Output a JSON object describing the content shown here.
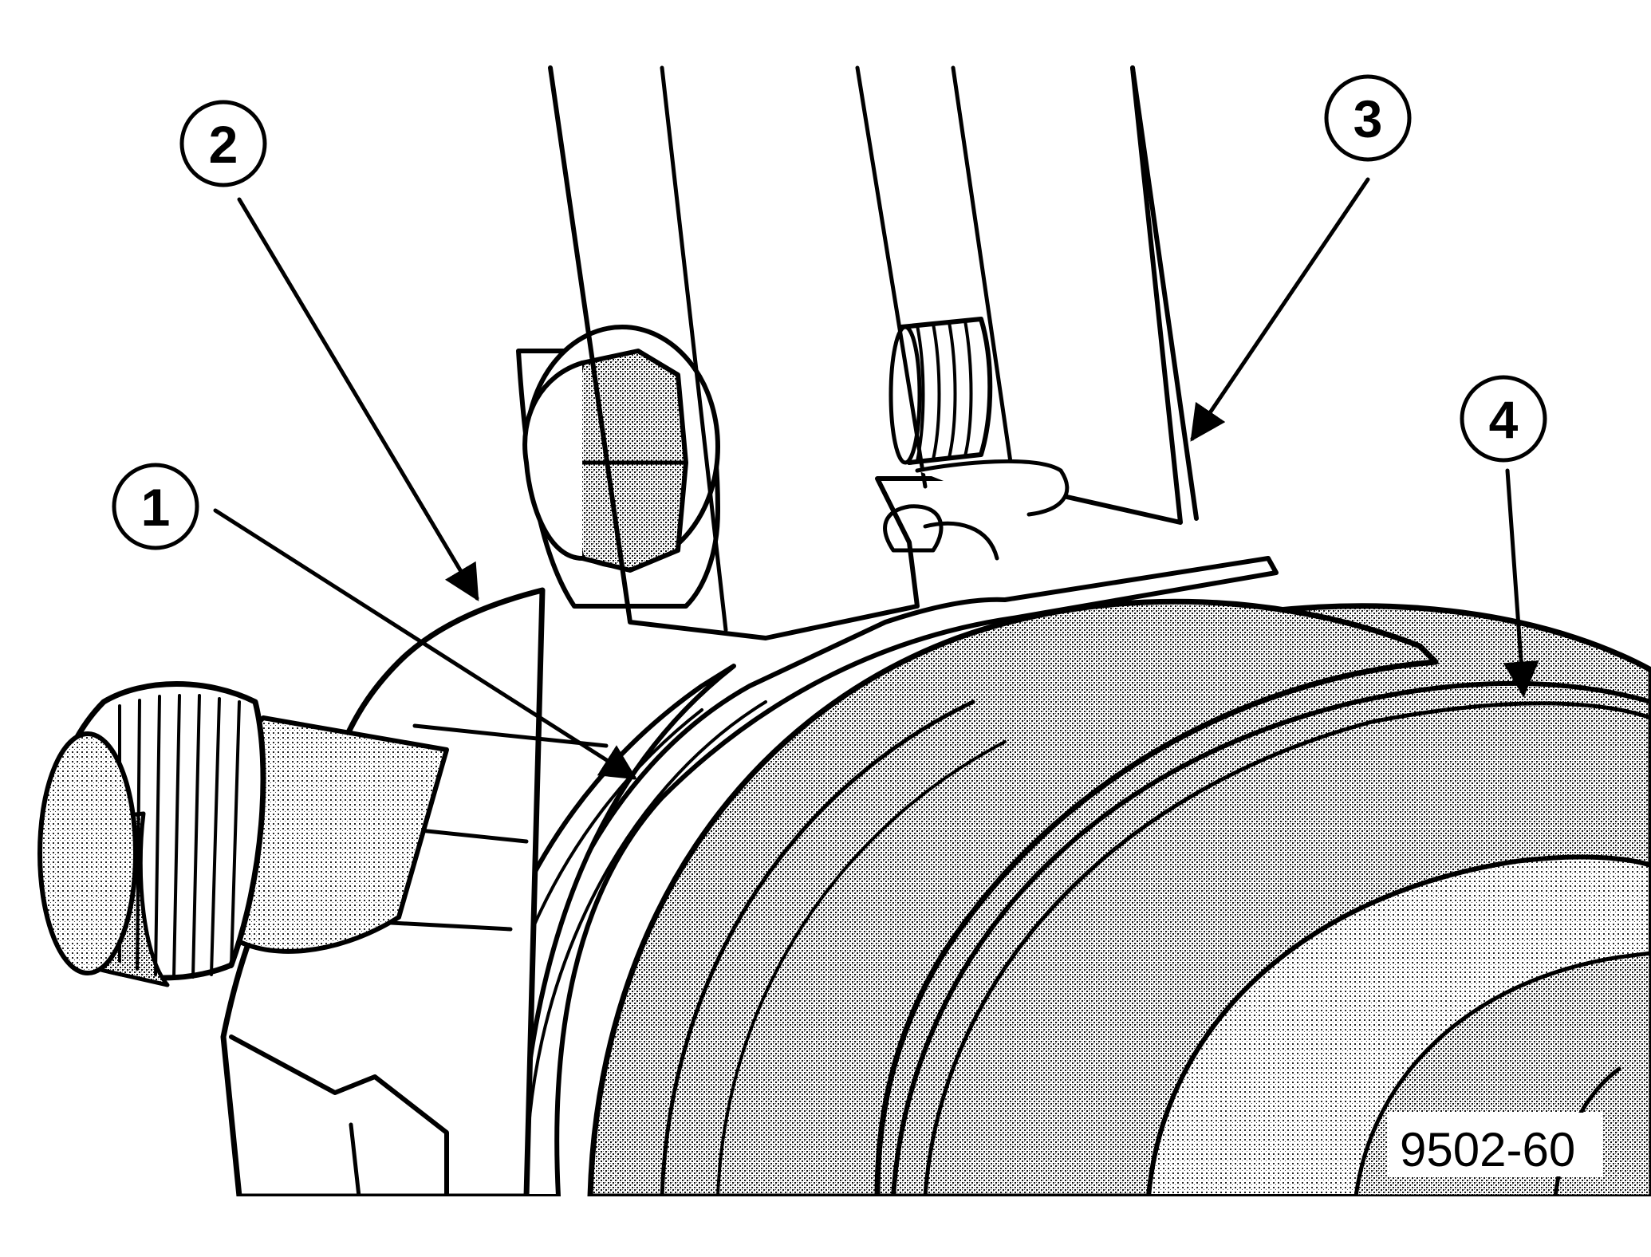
{
  "figure": {
    "id_label": "9502-60"
  },
  "callouts": [
    {
      "label": "1"
    },
    {
      "label": "2"
    },
    {
      "label": "3"
    },
    {
      "label": "4"
    }
  ],
  "colors": {
    "ink": "#000000",
    "paper": "#ffffff",
    "shade": "#9a9a9a"
  }
}
